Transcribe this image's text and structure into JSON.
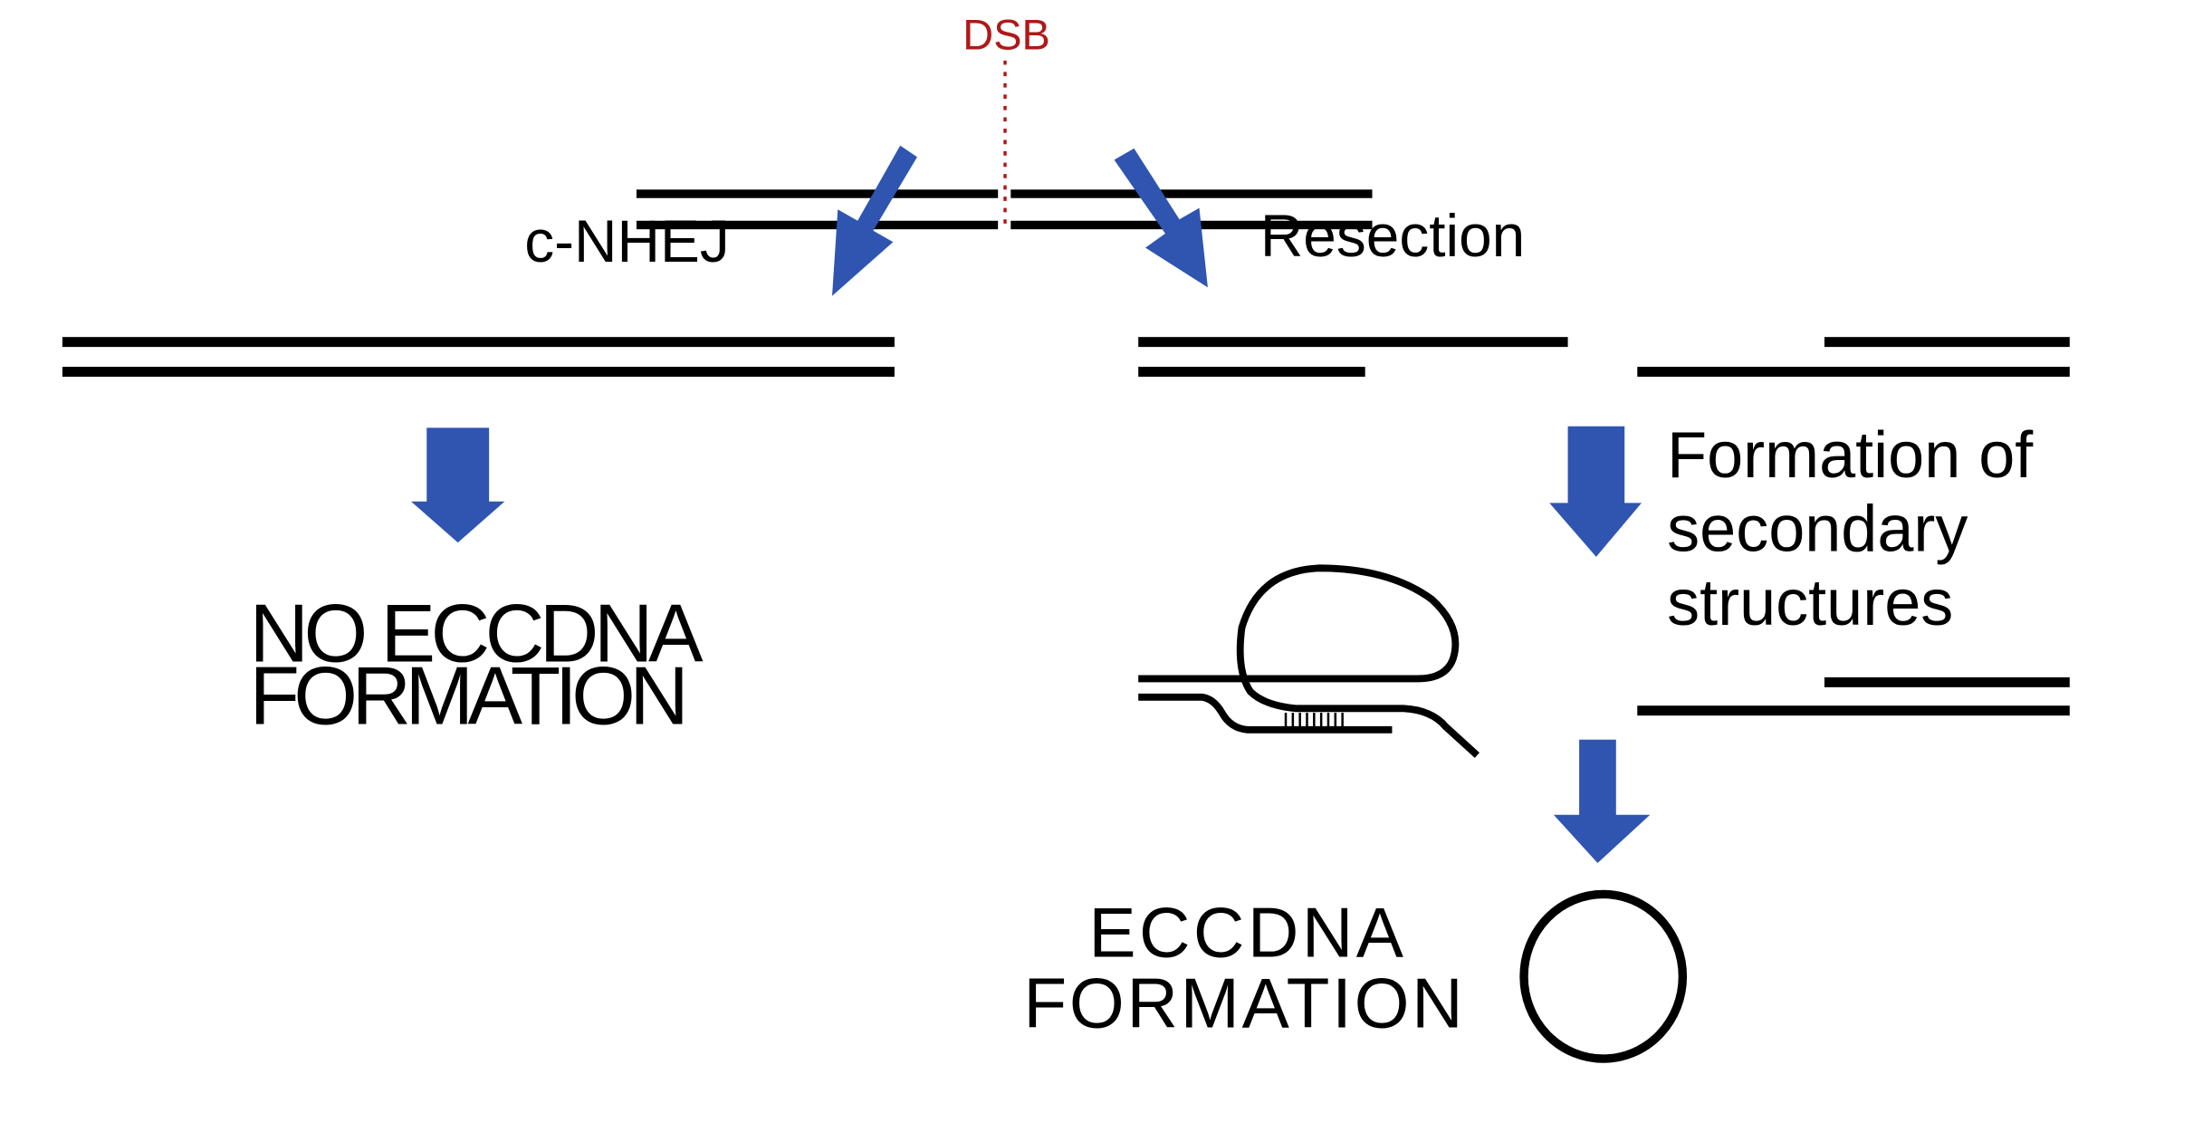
{
  "diagram": {
    "title": "eccDNA formation after double-strand break",
    "colors": {
      "arrow": "#2f55b0",
      "dsb": "#b01818",
      "strand": "#000000",
      "background": "#ffffff"
    },
    "dsb_label": "DSB",
    "pathways": {
      "left": {
        "label": "c-NHEJ",
        "outcome_line1": "NO ECCDNA",
        "outcome_line2": "FORMATION"
      },
      "right": {
        "label": "Resection",
        "step_line1": "Formation of",
        "step_line2": "secondary",
        "step_line3": "structures",
        "outcome_line1": "ECCDNA",
        "outcome_line2": "FORMATION"
      }
    }
  }
}
